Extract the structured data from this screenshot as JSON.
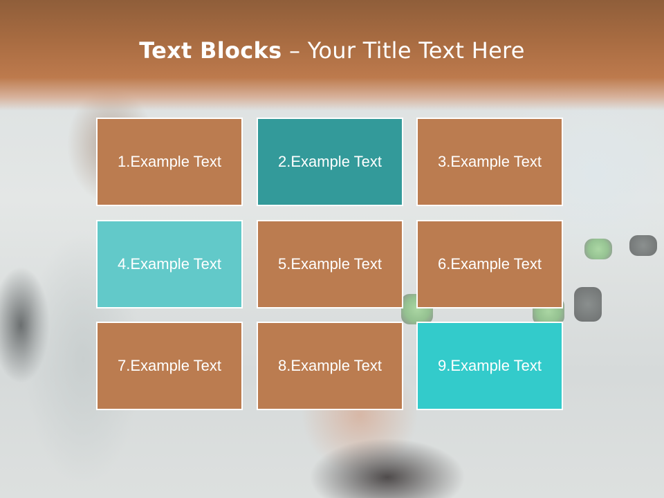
{
  "title": {
    "bold": "Text Blocks",
    "separator": "–",
    "rest": "Your Title Text Here"
  },
  "blocks": [
    {
      "label": "1.Example Text",
      "color": "#bb7c50"
    },
    {
      "label": "2.Example Text",
      "color": "#339a9a"
    },
    {
      "label": "3.Example Text",
      "color": "#bb7c50"
    },
    {
      "label": "4.Example Text",
      "color": "#62c9c9"
    },
    {
      "label": "5.Example Text",
      "color": "#bb7c50"
    },
    {
      "label": "6.Example Text",
      "color": "#bb7c50"
    },
    {
      "label": "7.Example Text",
      "color": "#bb7c50"
    },
    {
      "label": "8.Example Text",
      "color": "#bb7c50"
    },
    {
      "label": "9.Example Text",
      "color": "#33cbcb"
    }
  ],
  "colors": {
    "header": "#a76b41",
    "brown_block": "#bb7c50",
    "teal_dark": "#339a9a",
    "teal_light": "#62c9c9",
    "teal_bright": "#33cbcb"
  }
}
